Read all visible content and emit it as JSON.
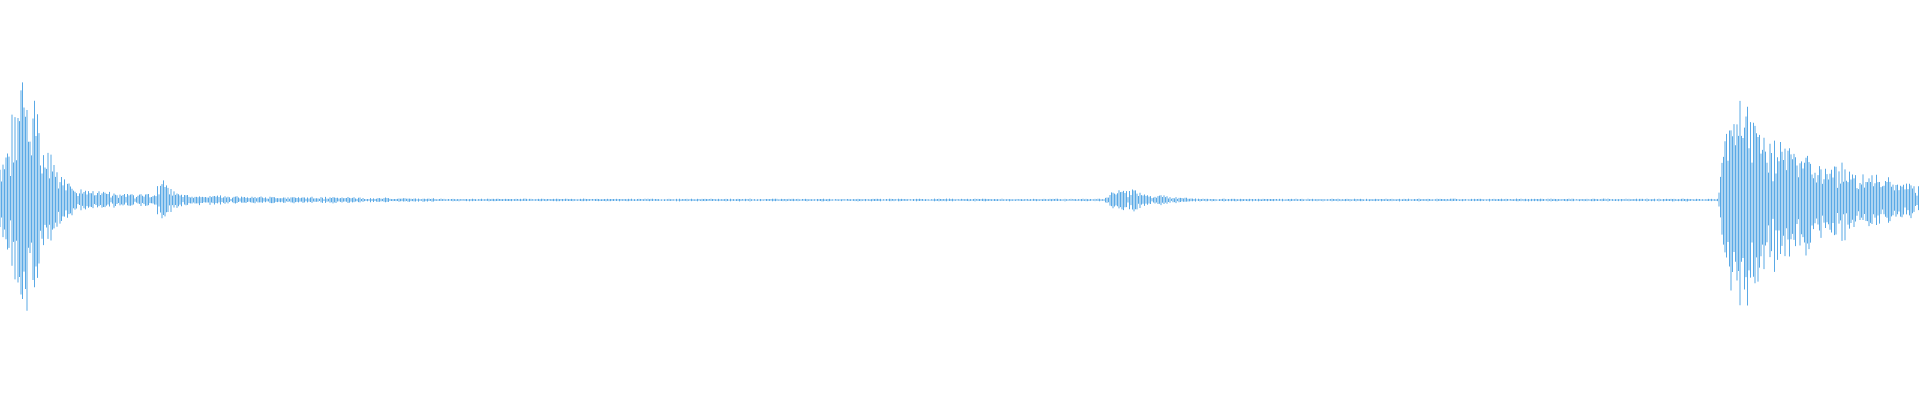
{
  "waveform": {
    "color": "#5aa9e6",
    "background": "#ffffff",
    "amplitude_envelope": [
      0.3,
      0.55,
      0.95,
      0.88,
      0.7,
      0.45,
      0.28,
      0.16,
      0.1,
      0.08,
      0.08,
      0.07,
      0.06,
      0.06,
      0.05,
      0.05,
      0.05,
      0.2,
      0.08,
      0.05,
      0.05,
      0.04,
      0.04,
      0.04,
      0.03,
      0.03,
      0.03,
      0.03,
      0.03,
      0.025,
      0.025,
      0.025,
      0.025,
      0.025,
      0.025,
      0.03,
      0.025,
      0.02,
      0.02,
      0.02,
      0.02,
      0.015,
      0.015,
      0.015,
      0.015,
      0.015,
      0.01,
      0.01,
      0.01,
      0.01,
      0.01,
      0.01,
      0.01,
      0.01,
      0.01,
      0.01,
      0.01,
      0.01,
      0.01,
      0.01,
      0.01,
      0.01,
      0.01,
      0.01,
      0.01,
      0.01,
      0.01,
      0.01,
      0.01,
      0.008,
      0.008,
      0.008,
      0.008,
      0.006,
      0.006,
      0.006,
      0.006,
      0.006,
      0.006,
      0.006,
      0.006,
      0.006,
      0.006,
      0.006,
      0.006,
      0.006,
      0.006,
      0.006,
      0.006,
      0.006,
      0.006,
      0.006,
      0.006,
      0.006,
      0.006,
      0.006,
      0.006,
      0.006,
      0.006,
      0.006,
      0.006,
      0.006,
      0.006,
      0.006,
      0.006,
      0.006,
      0.006,
      0.006,
      0.006,
      0.006,
      0.006,
      0.006,
      0.006,
      0.006,
      0.006,
      0.008,
      0.08,
      0.1,
      0.09,
      0.07,
      0.05,
      0.04,
      0.03,
      0.02,
      0.015,
      0.012,
      0.01,
      0.01,
      0.01,
      0.008,
      0.008,
      0.008,
      0.008,
      0.008,
      0.008,
      0.008,
      0.008,
      0.008,
      0.008,
      0.008,
      0.008,
      0.006,
      0.006,
      0.006,
      0.006,
      0.006,
      0.006,
      0.006,
      0.006,
      0.006,
      0.006,
      0.006,
      0.006,
      0.006,
      0.006,
      0.006,
      0.006,
      0.006,
      0.006,
      0.006,
      0.006,
      0.006,
      0.006,
      0.006,
      0.006,
      0.006,
      0.006,
      0.006,
      0.006,
      0.006,
      0.006,
      0.006,
      0.006,
      0.006,
      0.006,
      0.006,
      0.006,
      0.006,
      0.006,
      0.006,
      0.98,
      0.92,
      0.85,
      0.75,
      0.62,
      0.55,
      0.48,
      0.42,
      0.45,
      0.38,
      0.34,
      0.3,
      0.32,
      0.26,
      0.24,
      0.22,
      0.2,
      0.18,
      0.16,
      0.14
    ]
  }
}
